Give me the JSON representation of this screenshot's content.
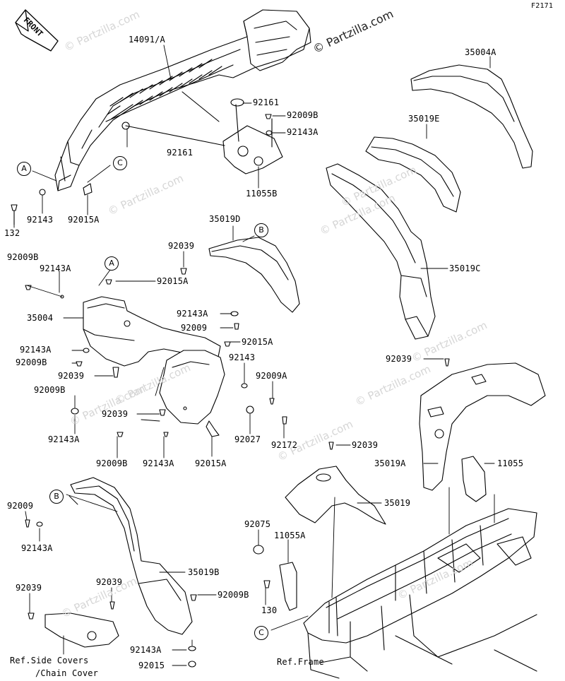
{
  "figure_code": "F2171",
  "front_arrow": "FRONT",
  "copyright": "© Partzilla.com",
  "watermark": "© Partzilla.com",
  "callouts": {
    "a": "A",
    "b": "B",
    "c": "C"
  },
  "parts": {
    "p14091a": "14091/A",
    "p92161_top": "92161",
    "p92009b_top": "92009B",
    "p92143a_top": "92143A",
    "p92161_left": "92161",
    "p11055b": "11055B",
    "p92143_front": "92143",
    "p92015a_front": "92015A",
    "p132": "132",
    "p35004a": "35004A",
    "p35019e": "35019E",
    "p35019c": "35019C",
    "p35019d": "35019D",
    "p92039_1": "92039",
    "p92009b_mid": "92009B",
    "p92143a_mid": "92143A",
    "p92015a_mid": "92015A",
    "p35004": "35004",
    "p92143a_r": "92143A",
    "p92009_r": "92009",
    "p92015a_r": "92015A",
    "p92143a_l": "92143A",
    "p92009b_l": "92009B",
    "p92143_r": "92143",
    "p92039_2": "92039",
    "p92009a": "92009A",
    "p92009b_l2": "92009B",
    "p92039_3": "92039",
    "p92143a_l2": "92143A",
    "p92027": "92027",
    "p92172": "92172",
    "p92009b_b": "92009B",
    "p92143a_b": "92143A",
    "p92015a_b": "92015A",
    "p92039_r": "92039",
    "p92039_r2": "92039",
    "p35019a": "35019A",
    "p11055": "11055",
    "p35019": "35019",
    "p92009_b": "92009",
    "p92143a_b2": "92143A",
    "p92075": "92075",
    "p11055a": "11055A",
    "p35019b": "35019B",
    "p92039_b": "92039",
    "p92039_b2": "92039",
    "p92009b_b2": "92009B",
    "p130": "130",
    "p92143a_b3": "92143A",
    "p92015": "92015",
    "ref_side_covers": "Ref.Side Covers",
    "ref_chain_cover": "/Chain Cover",
    "ref_frame": "Ref.Frame"
  }
}
